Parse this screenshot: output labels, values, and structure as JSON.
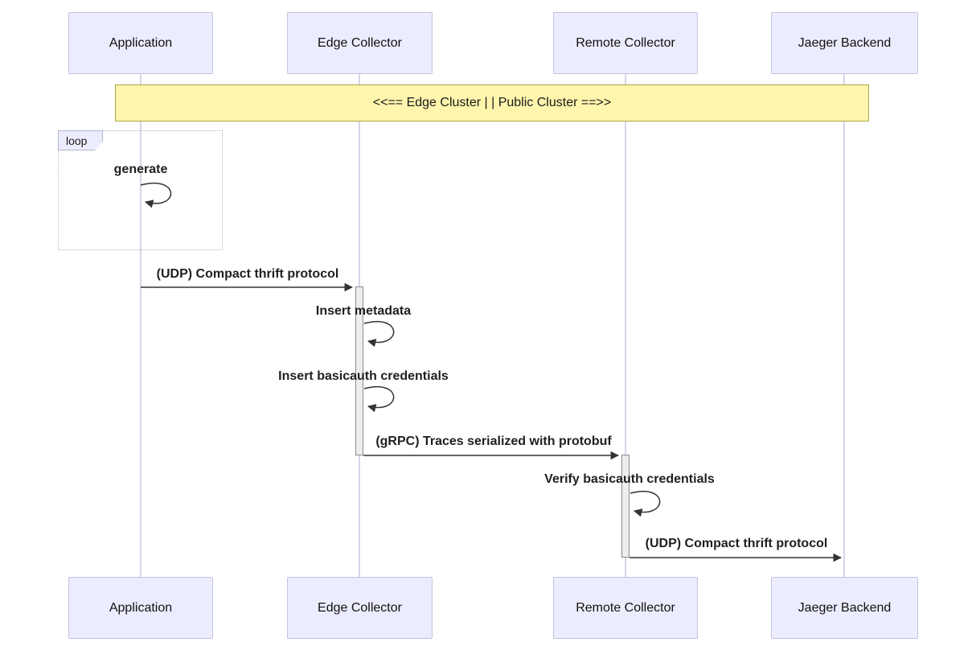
{
  "participants": [
    {
      "label": "Application"
    },
    {
      "label": "Edge Collector"
    },
    {
      "label": "Remote Collector"
    },
    {
      "label": "Jaeger Backend"
    }
  ],
  "note": {
    "label": "<<== Edge Cluster | | Public Cluster ==>>"
  },
  "loop": {
    "label": "loop"
  },
  "messages": {
    "generate": "generate",
    "udp_to_edge": "(UDP) Compact thrift protocol",
    "insert_metadata": "Insert metadata",
    "insert_basicauth": "Insert basicauth credentials",
    "grpc_traces": "(gRPC) Traces serialized with protobuf",
    "verify_basicauth": "Verify basicauth credentials",
    "udp_to_backend": "(UDP) Compact thrift protocol"
  },
  "colors": {
    "participant_fill": "#ECECFF",
    "participant_border": "#c3c3e0",
    "note_fill": "#FFF5AD",
    "note_border": "#a8a84a",
    "lifeline": "#c9c9de",
    "arrow": "#333333",
    "activation_fill": "#EDEDED",
    "activation_border": "#8c8c8c",
    "loop_border": "#b3b3cc"
  }
}
